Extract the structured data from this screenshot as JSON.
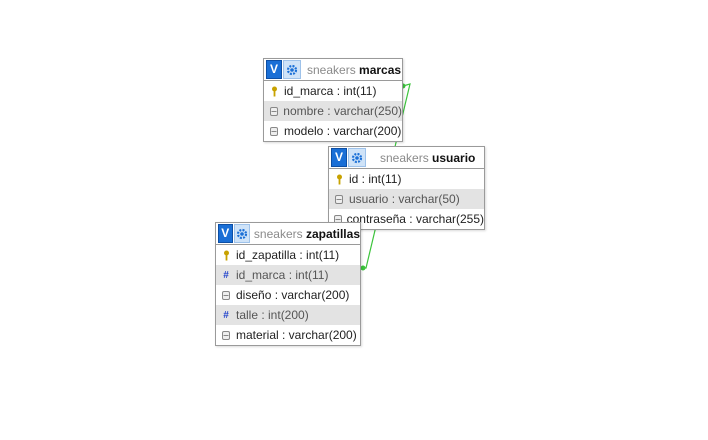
{
  "tables": [
    {
      "db": "sneakers",
      "name": "marcas",
      "columns": [
        {
          "text": "id_marca : int(11)",
          "icon": "key-icon"
        },
        {
          "text": "nombre : varchar(250)",
          "icon": "column-icon"
        },
        {
          "text": "modelo : varchar(200)",
          "icon": "column-icon"
        }
      ]
    },
    {
      "db": "sneakers",
      "name": "usuario",
      "columns": [
        {
          "text": "id : int(11)",
          "icon": "key-icon"
        },
        {
          "text": "usuario : varchar(50)",
          "icon": "column-icon"
        },
        {
          "text": "contraseña : varchar(255)",
          "icon": "column-icon"
        }
      ]
    },
    {
      "db": "sneakers",
      "name": "zapatillas",
      "columns": [
        {
          "text": "id_zapatilla : int(11)",
          "icon": "key-icon"
        },
        {
          "text": "id_marca : int(11)",
          "icon": "hash-icon"
        },
        {
          "text": "diseño : varchar(200)",
          "icon": "column-icon"
        },
        {
          "text": "talle : int(200)",
          "icon": "hash-icon"
        },
        {
          "text": "material : varchar(200)",
          "icon": "column-icon"
        }
      ]
    }
  ],
  "toolbar": {
    "v_label": "V",
    "gear_icon": "gear-icon"
  },
  "colors": {
    "relation_line": "#3cc43c",
    "v_button": "#1a6fd6",
    "alt_row": "#e3e3e3"
  }
}
